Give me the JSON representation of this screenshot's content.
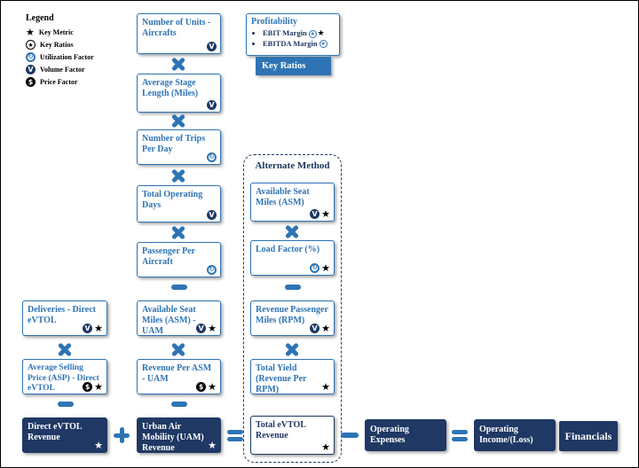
{
  "colors": {
    "accent_blue": "#2E74B5",
    "dark_navy": "#1F3864",
    "black": "#000000"
  },
  "icon_glyphs": {
    "star": "★",
    "volume": "V",
    "price": "$",
    "utilization": "↻"
  },
  "operators": {
    "multiply": "×",
    "plus": "+",
    "minus": "−",
    "equals": "="
  },
  "legend": {
    "title": "Legend",
    "items": [
      {
        "icon": "key-metric-icon",
        "label": "Key Metric"
      },
      {
        "icon": "key-ratios-icon",
        "label": "Key Ratios"
      },
      {
        "icon": "utilization-icon",
        "label": "Utilization Factor"
      },
      {
        "icon": "volume-icon",
        "label": "Volume Factor"
      },
      {
        "icon": "price-icon",
        "label": "Price Factor"
      }
    ]
  },
  "profitability": {
    "title": "Profitability",
    "bullets": [
      "EBIT Margin",
      "EBITDA Margin"
    ]
  },
  "key_ratios_banner": "Key Ratios",
  "uam_chain": {
    "boxes": [
      "Number of Units - Aircrafts",
      "Average Stage Length (Miles)",
      "Number of Trips Per Day",
      "Total Operating Days",
      "Passenger Per Aircraft",
      "Available Seat Miles (ASM) - UAM",
      "Revenue Per ASM - UAM"
    ],
    "result": "Urban Air Mobility (UAM) Revenue"
  },
  "direct_chain": {
    "boxes": [
      "Deliveries - Direct eVTOL",
      "Average Selling Price (ASP) - Direct eVTOL"
    ],
    "result": "Direct eVTOL Revenue"
  },
  "alternate_method": {
    "title": "Alternate Method",
    "boxes": [
      "Available Seat Miles (ASM)",
      "Load Factor (%)",
      "Revenue Passenger Miles (RPM)",
      "Total Yield (Revenue Per RPM)"
    ],
    "result": "Total eVTOL Revenue"
  },
  "financials_row": {
    "operating_expenses": "Operating Expenses",
    "operating_income": "Operating Income/(Loss)",
    "financials": "Financials"
  }
}
